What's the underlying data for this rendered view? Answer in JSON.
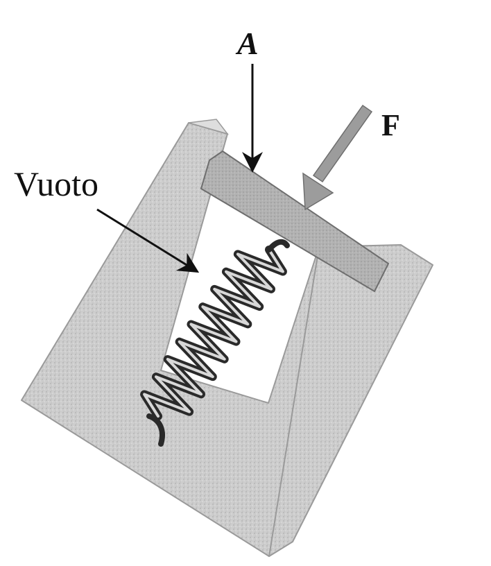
{
  "labels": {
    "point_a": "A",
    "force": "F",
    "vacuum": "Vuoto"
  },
  "colors": {
    "frame": "#cfcfcf",
    "frame_edge": "#9a9a9a",
    "piston": "#b4b4b4",
    "piston_edge": "#6e6e6e",
    "spring": "#2a2a2a",
    "spring_highlight": "#d8d8d8",
    "force_arrow": "#9c9c9c",
    "ink": "#111111"
  }
}
